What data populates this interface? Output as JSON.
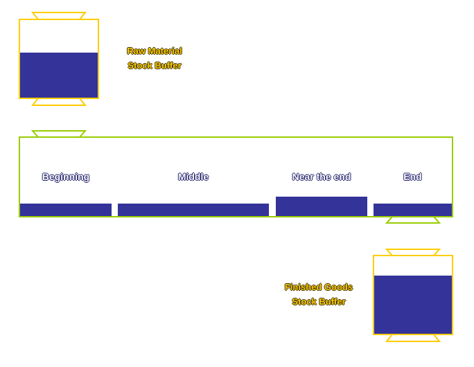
{
  "colors": {
    "buffer_outline": "#FFCC00",
    "pipeline_outline": "#99CC00",
    "fill": "#333399",
    "buffer_text": "#FFCC00",
    "stage_text": "#FFFFFF"
  },
  "raw_material_buffer": {
    "label_line1": "Raw Material",
    "label_line2": "Stock Buffer",
    "fill_percent": 58
  },
  "finished_goods_buffer": {
    "label_line1": "Finished Goods",
    "label_line2": "Stock Buffer",
    "fill_percent": 75
  },
  "pipeline": {
    "stages": [
      {
        "label": "Beginning",
        "level_percent": 16
      },
      {
        "label": "Middle",
        "level_percent": 16
      },
      {
        "label": "Near the end",
        "level_percent": 25
      },
      {
        "label": "End",
        "level_percent": 16
      }
    ]
  }
}
